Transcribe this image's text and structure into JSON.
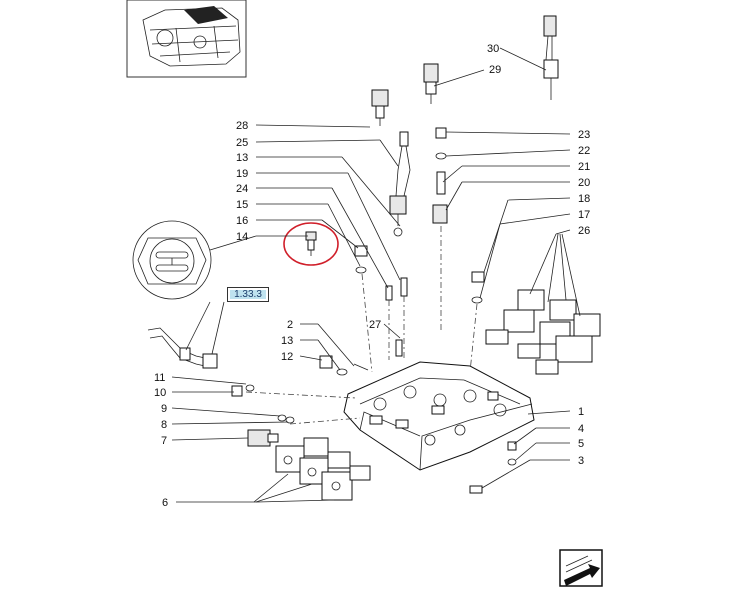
{
  "reference_tag": "1.33.3",
  "callouts": [
    {
      "id": "c30",
      "label": "30"
    },
    {
      "id": "c29",
      "label": "29"
    },
    {
      "id": "c28",
      "label": "28"
    },
    {
      "id": "c25",
      "label": "25"
    },
    {
      "id": "c13a",
      "label": "13"
    },
    {
      "id": "c19",
      "label": "19"
    },
    {
      "id": "c24",
      "label": "24"
    },
    {
      "id": "c15",
      "label": "15"
    },
    {
      "id": "c16",
      "label": "16"
    },
    {
      "id": "c14",
      "label": "14"
    },
    {
      "id": "c23",
      "label": "23"
    },
    {
      "id": "c22",
      "label": "22"
    },
    {
      "id": "c21",
      "label": "21"
    },
    {
      "id": "c20",
      "label": "20"
    },
    {
      "id": "c18",
      "label": "18"
    },
    {
      "id": "c17",
      "label": "17"
    },
    {
      "id": "c26",
      "label": "26"
    },
    {
      "id": "c2",
      "label": "2"
    },
    {
      "id": "c27",
      "label": "27"
    },
    {
      "id": "c13b",
      "label": "13"
    },
    {
      "id": "c12",
      "label": "12"
    },
    {
      "id": "c11",
      "label": "11"
    },
    {
      "id": "c10",
      "label": "10"
    },
    {
      "id": "c9",
      "label": "9"
    },
    {
      "id": "c8",
      "label": "8"
    },
    {
      "id": "c7",
      "label": "7"
    },
    {
      "id": "c6",
      "label": "6"
    },
    {
      "id": "c1",
      "label": "1"
    },
    {
      "id": "c4",
      "label": "4"
    },
    {
      "id": "c5",
      "label": "5"
    },
    {
      "id": "c3",
      "label": "3"
    }
  ],
  "icons": {
    "overview": "transmission-overview-icon",
    "detail": "sensor-detail-inset-icon",
    "next": "next-page-arrow-icon"
  },
  "colors": {
    "highlight_circle": "#d01f2a",
    "reference_tag_fill": "#bfe3ef"
  }
}
